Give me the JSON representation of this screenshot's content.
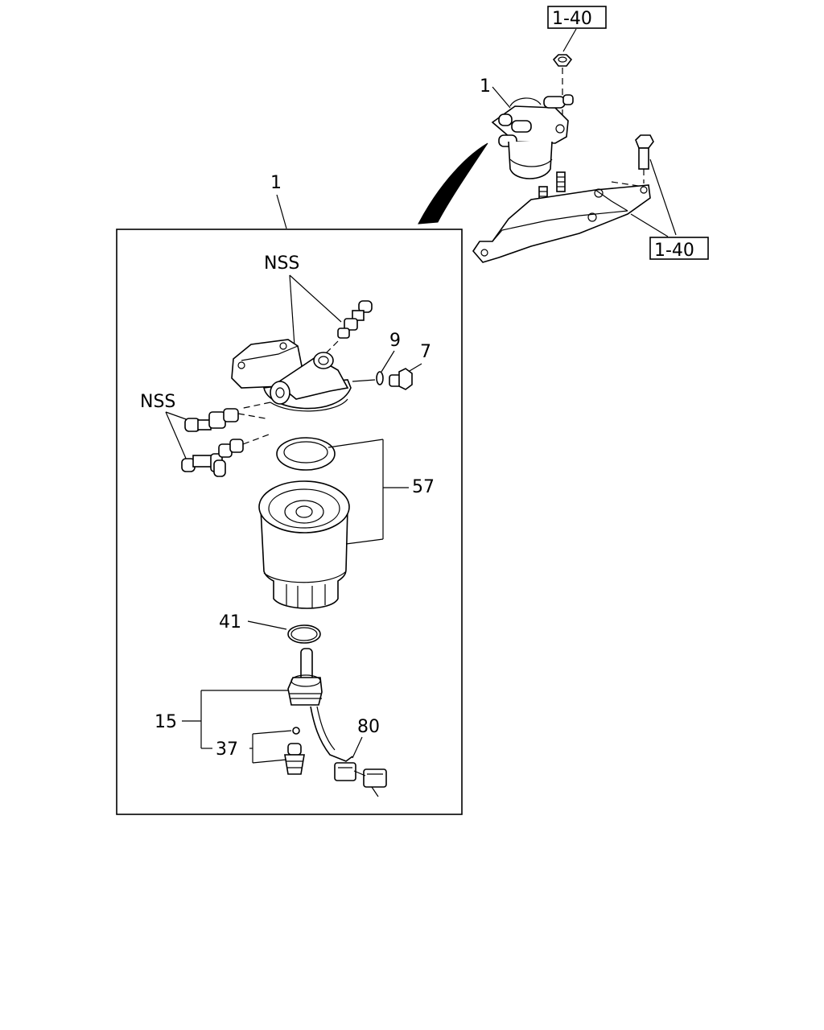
{
  "callouts": {
    "ref_top": "1-40",
    "ref_right": "1-40",
    "assembly_top": "1",
    "assembly_main": "1",
    "nss_upper": "NSS",
    "nss_left": "NSS",
    "part_9": "9",
    "part_7": "7",
    "part_57": "57",
    "part_41": "41",
    "part_15": "15",
    "part_37": "37",
    "part_80": "80"
  }
}
